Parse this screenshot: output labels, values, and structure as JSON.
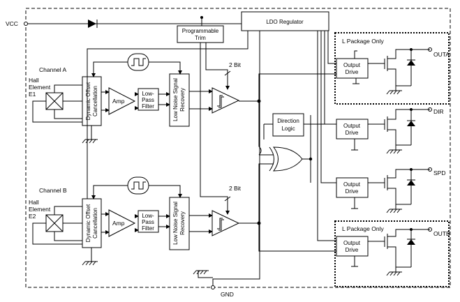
{
  "pins": {
    "vcc": "VCC",
    "gnd": "GND",
    "outa": "OUTA",
    "outb": "OUTB",
    "dir": "DIR",
    "spd": "SPD"
  },
  "blocks": {
    "ldo": "LDO Regulator",
    "trim": [
      "Programmable",
      "Trim"
    ],
    "direction_logic": [
      "Direction",
      "Logic"
    ],
    "output_drive": [
      "Output",
      "Drive"
    ],
    "amp": "Amp",
    "lowpass": [
      "Low-",
      "Pass",
      "Filter"
    ],
    "dyn_offset": [
      "Dynamic Offset",
      "Cancellation"
    ],
    "low_noise": [
      "Low Noise Signal",
      "Recovery"
    ],
    "bits": "2 Bit"
  },
  "channel_a": {
    "label": "Channel A",
    "hall": [
      "Hall",
      "Element",
      "E1"
    ]
  },
  "channel_b": {
    "label": "Channel B",
    "hall": [
      "Hall",
      "Element",
      "E2"
    ]
  },
  "l_package": "L Package Only"
}
